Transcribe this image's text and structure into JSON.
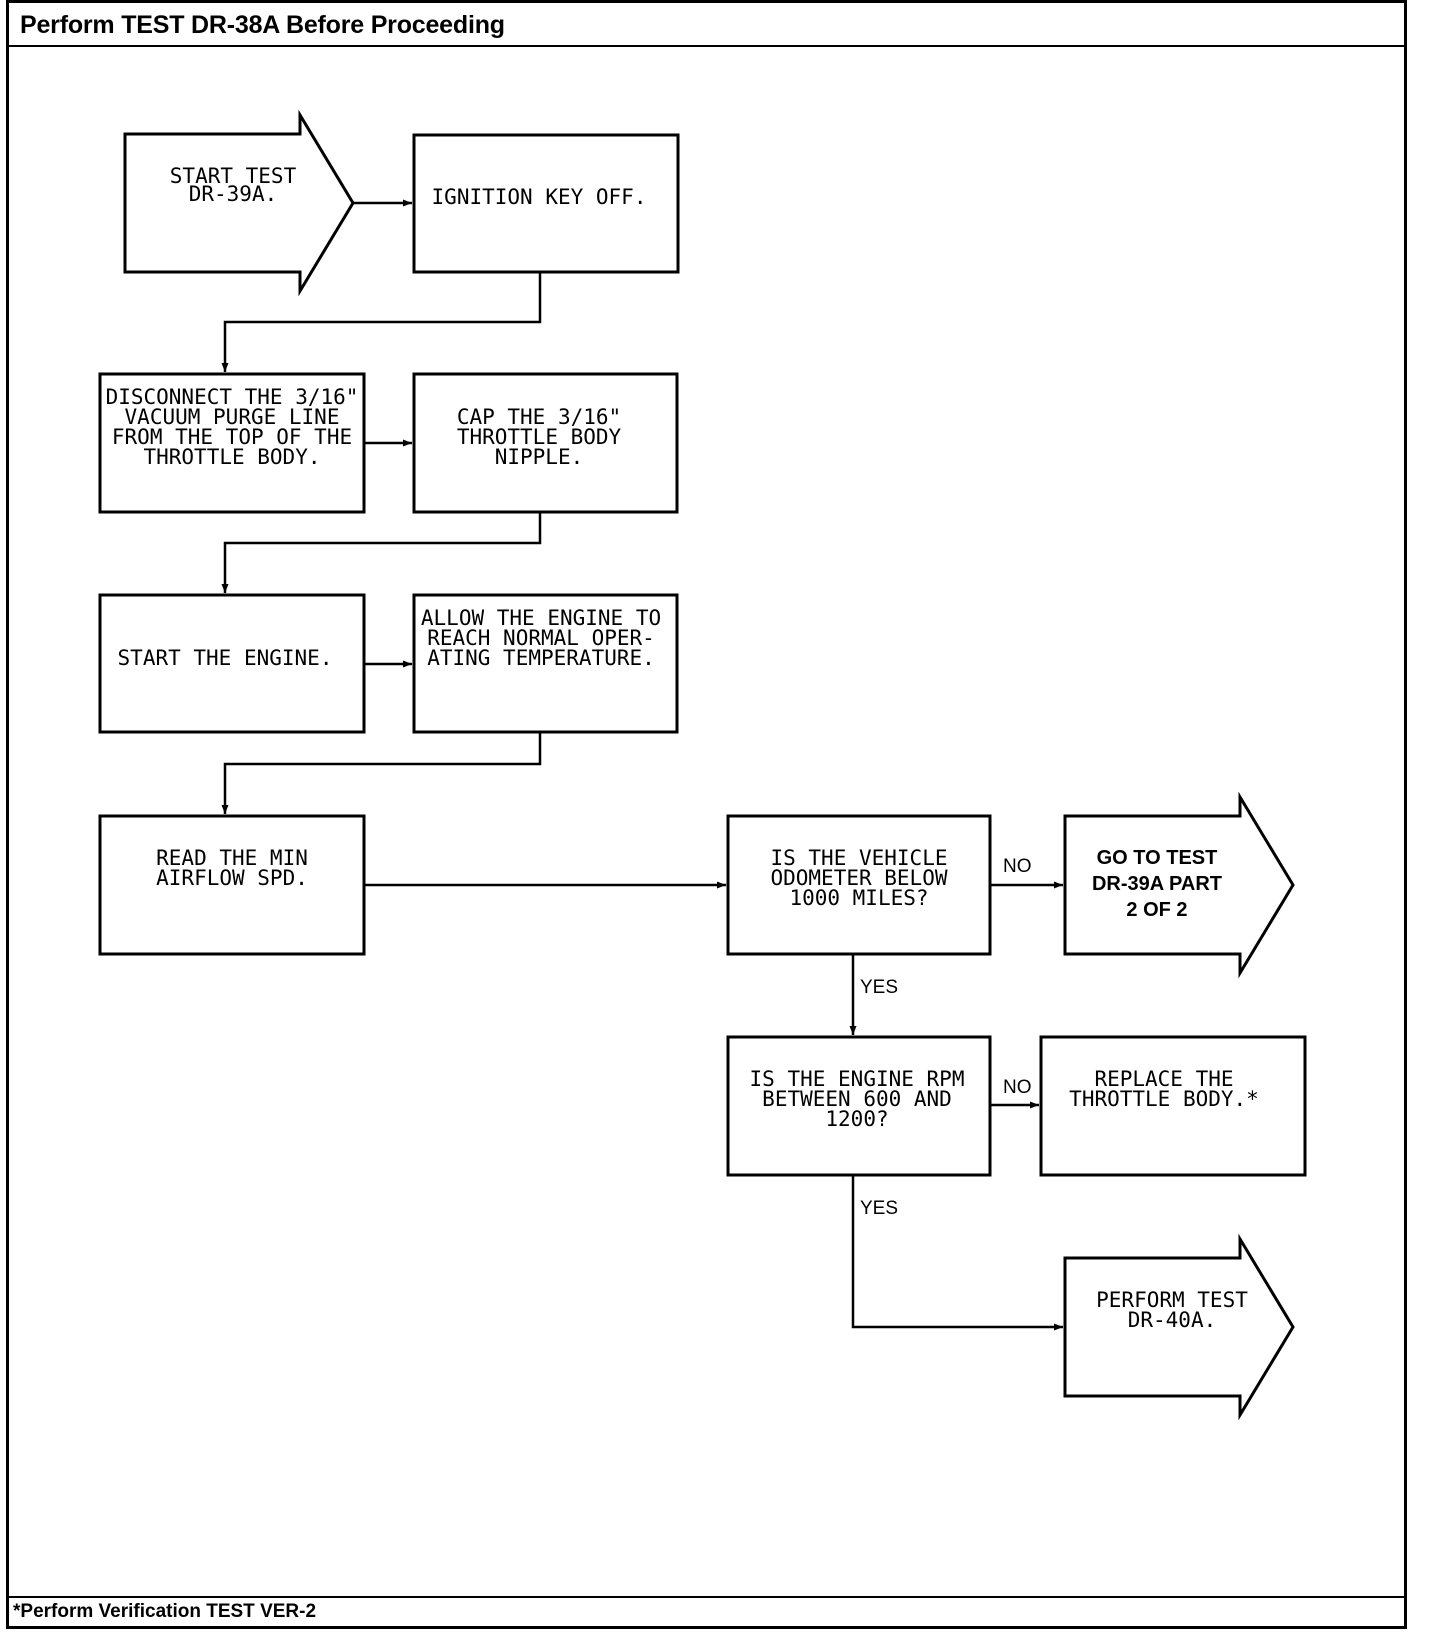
{
  "header": {
    "title": "Perform TEST DR-38A Before Proceeding"
  },
  "footer": {
    "note": "*Perform Verification TEST VER-2"
  },
  "nodes": {
    "start": [
      "START TEST",
      "DR-39A."
    ],
    "ignition_off": [
      "IGNITION KEY OFF."
    ],
    "disconnect": [
      "DISCONNECT THE 3/16\"",
      "VACUUM PURGE LINE",
      "FROM THE TOP OF THE",
      "THROTTLE BODY."
    ],
    "cap": [
      "CAP THE 3/16\"",
      "THROTTLE BODY",
      "NIPPLE."
    ],
    "start_engine": [
      "START THE ENGINE."
    ],
    "warm_up": [
      "ALLOW THE ENGINE TO",
      "REACH NORMAL OPER-",
      "ATING TEMPERATURE."
    ],
    "read_min": [
      "READ THE MIN",
      "AIRFLOW SPD."
    ],
    "odometer_q": [
      "IS THE VEHICLE",
      "ODOMETER BELOW",
      "1000 MILES?"
    ],
    "goto_part2": [
      "GO TO TEST",
      "DR-39A PART",
      "2 OF 2"
    ],
    "rpm_q": [
      "IS THE ENGINE RPM",
      "BETWEEN 600 AND",
      "1200?"
    ],
    "replace": [
      "REPLACE THE",
      "THROTTLE BODY.*"
    ],
    "perform_40a": [
      "PERFORM TEST",
      "DR-40A."
    ]
  },
  "edge_labels": {
    "odometer_no": "NO",
    "odometer_yes": "YES",
    "rpm_no": "NO",
    "rpm_yes": "YES"
  }
}
